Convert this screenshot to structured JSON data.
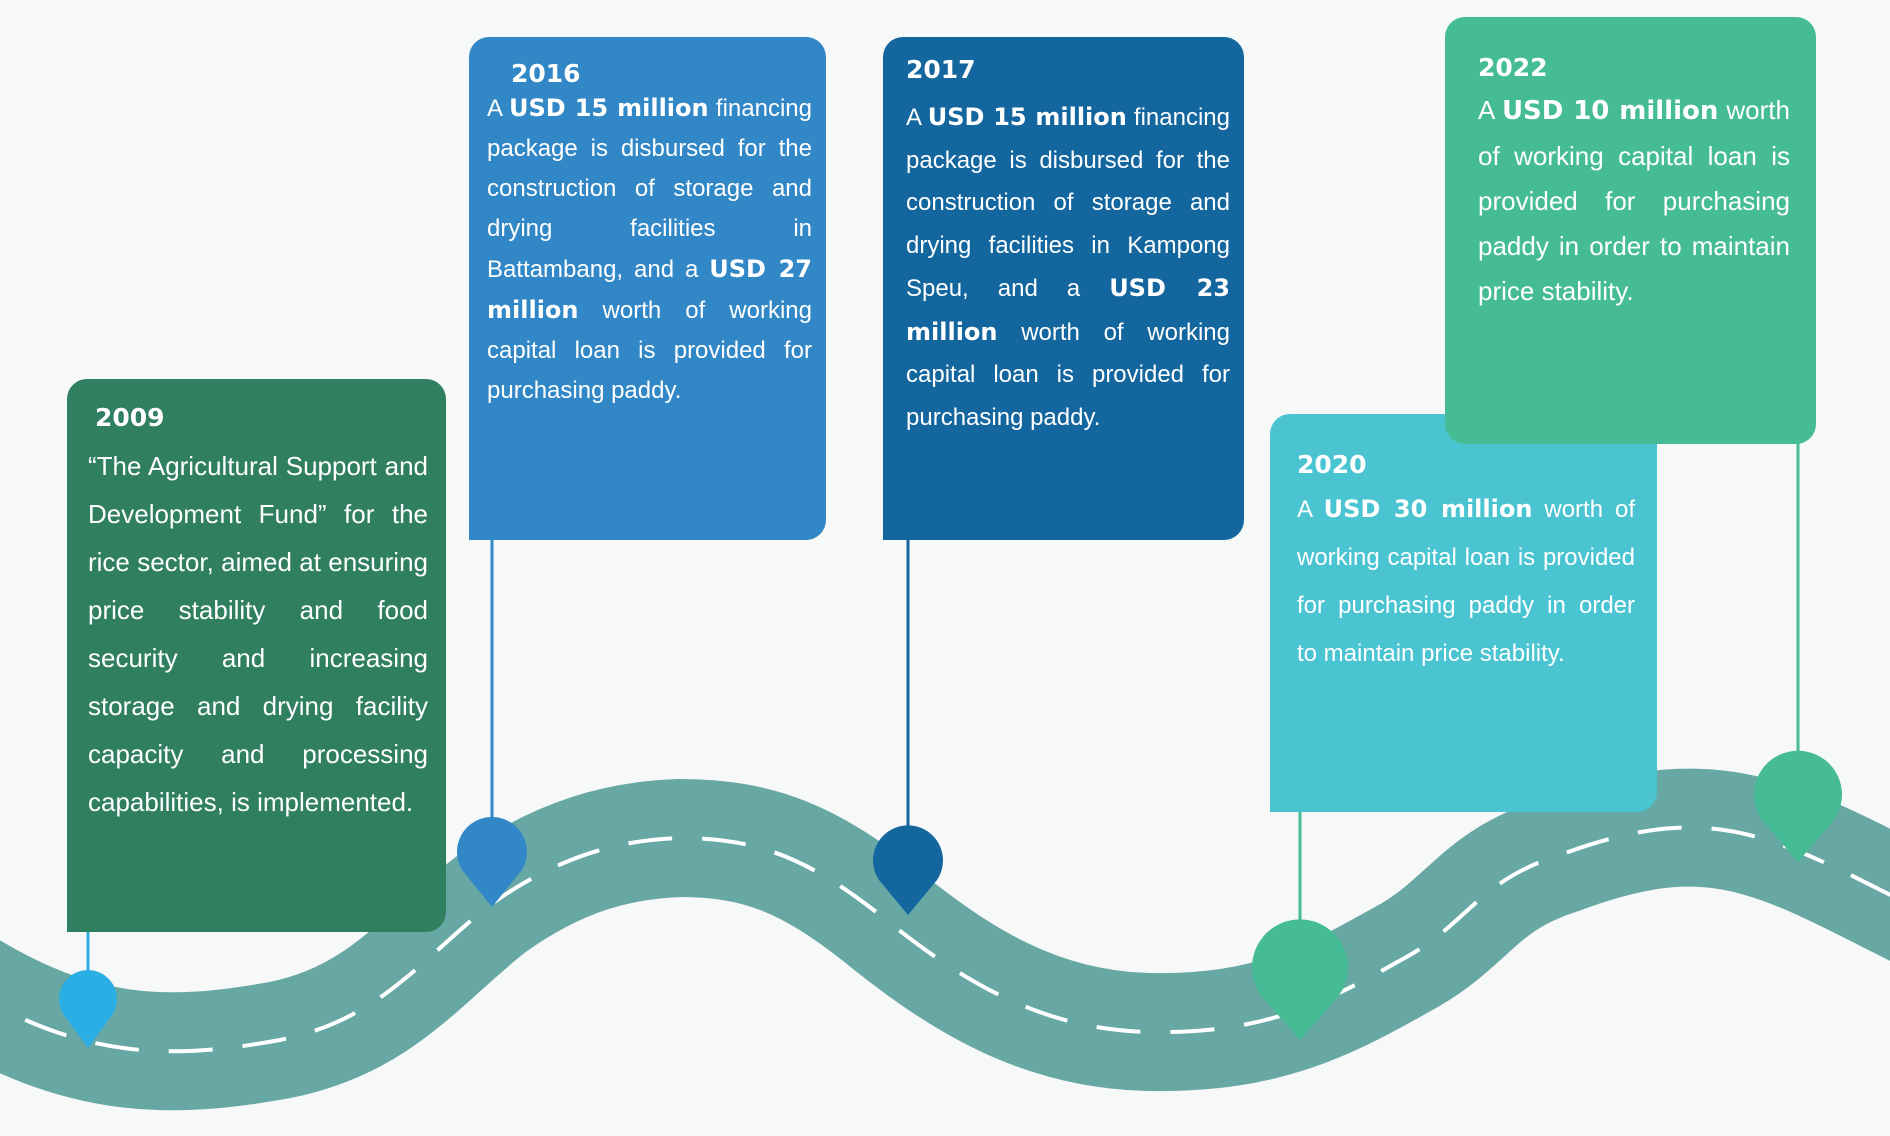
{
  "colors": {
    "background": "#f7f8f8",
    "road": "#68a8a4",
    "road_dash": "#ffffff",
    "card_2009": "#2f7f60",
    "card_2016": "#3287c7",
    "card_2017": "#13669e",
    "card_2020": "#4bc4d2",
    "card_2022": "#45bc96",
    "pin_2009": "#2baee3",
    "pin_2016": "#3287c7",
    "pin_2017": "#13669e",
    "pin_2020": "#45bc96",
    "pin_2022": "#45bc96"
  },
  "milestones": [
    {
      "year": "2009",
      "segments": [
        {
          "text": "“The Agricultural Support and Development Fund” for the rice sector, aimed at ensuring price stability and food security and increasing storage and drying facility capacity and processing capabilities, is implemented.",
          "bold": false
        }
      ]
    },
    {
      "year": "2016",
      "segments": [
        {
          "text": "A ",
          "bold": false
        },
        {
          "text": "USD 15 million",
          "bold": true
        },
        {
          "text": " financing package is disbursed for the construction of storage and drying facilities in Battambang, and a ",
          "bold": false
        },
        {
          "text": "USD 27 million",
          "bold": true
        },
        {
          "text": " worth of working capital loan is provided for purchasing paddy.",
          "bold": false
        }
      ]
    },
    {
      "year": "2017",
      "segments": [
        {
          "text": "A ",
          "bold": false
        },
        {
          "text": "USD 15 million",
          "bold": true
        },
        {
          "text": " financing package is disbursed for the construction of storage and drying facilities in Kampong Speu, and a ",
          "bold": false
        },
        {
          "text": "USD 23 million",
          "bold": true
        },
        {
          "text": " worth of working capital loan is provided for purchasing paddy.",
          "bold": false
        }
      ]
    },
    {
      "year": "2020",
      "segments": [
        {
          "text": "A ",
          "bold": false
        },
        {
          "text": "USD 30 million",
          "bold": true
        },
        {
          "text": " worth of working capital loan is provided for purchasing paddy in order to maintain price stability.",
          "bold": false
        }
      ]
    },
    {
      "year": "2022",
      "segments": [
        {
          "text": "A ",
          "bold": false
        },
        {
          "text": "USD 10 million",
          "bold": true
        },
        {
          "text": " worth of working capital loan is provided for purchasing paddy in order to maintain price stability.",
          "bold": false
        }
      ]
    }
  ]
}
